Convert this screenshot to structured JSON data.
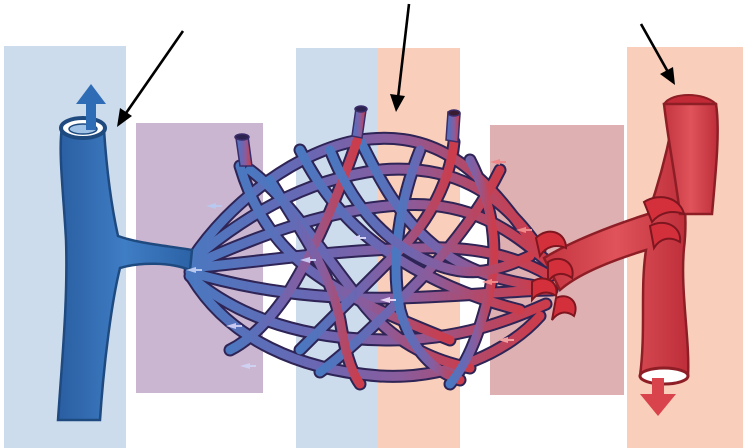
{
  "figure": {
    "kind": "capillary-bed-illustration",
    "labels": [],
    "pointer_arrows": [
      "pointer-arrow-vein",
      "pointer-arrow-capillaries",
      "pointer-arrow-artery"
    ],
    "flow_arrows": [
      "flow-arrow-up-vein",
      "flow-arrow-down-artery"
    ]
  },
  "colors": {
    "background": "#ffffff",
    "panel_blue": "#c4d6ea",
    "panel_purple": "#c1a9c8",
    "panel_peach": "#f8c6ae",
    "panel_rose": "#d9a2a4",
    "vein": "#3a73b8",
    "vein_dark": "#1e4a80",
    "artery": "#d8464e",
    "artery_dark": "#8e1e26",
    "capillary_mid": "#7a67b0",
    "pointer": "#000000"
  },
  "icons": {
    "vein_flow": "arrow-up-icon",
    "artery_flow": "arrow-down-icon",
    "pointer": "arrow-pointer-icon"
  }
}
